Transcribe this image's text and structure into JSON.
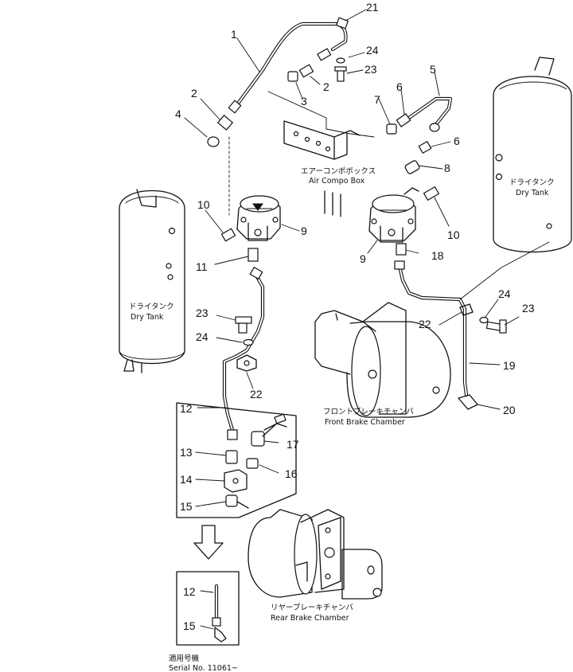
{
  "parts": {
    "p1": "1",
    "p2a": "2",
    "p2b": "2",
    "p3": "3",
    "p4": "4",
    "p5": "5",
    "p6a": "6",
    "p6b": "6",
    "p7": "7",
    "p8": "8",
    "p9a": "9",
    "p9b": "9",
    "p10a": "10",
    "p10b": "10",
    "p11": "11",
    "p12a": "12",
    "p12b": "12",
    "p13": "13",
    "p14": "14",
    "p15a": "15",
    "p15b": "15",
    "p16": "16",
    "p17": "17",
    "p18": "18",
    "p19": "19",
    "p20": "20",
    "p21": "21",
    "p22a": "22",
    "p22b": "22",
    "p23a": "23",
    "p23b": "23",
    "p23c": "23",
    "p24a": "24",
    "p24b": "24",
    "p24c": "24"
  },
  "labels": {
    "air_compo_box_jp": "エアーコンポボックス",
    "air_compo_box_en": "Air Compo Box",
    "dry_tank_left_jp": "ドライタンク",
    "dry_tank_left_en": "Dry Tank",
    "dry_tank_right_jp": "ドライタンク",
    "dry_tank_right_en": "Dry Tank",
    "front_brake_jp": "フロントブレーキチャンバ",
    "front_brake_en": "Front Brake Chamber",
    "rear_brake_jp": "リヤーブレーキチャンバ",
    "rear_brake_en": "Rear Brake Chamber",
    "serial_jp": "適用号機",
    "serial_en": "Serial No. 11061~"
  }
}
